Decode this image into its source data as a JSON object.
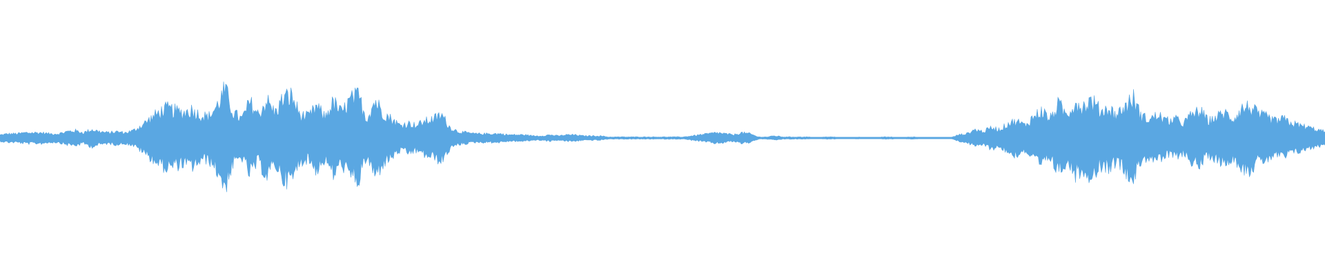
{
  "waveform": {
    "color": "#5aa7e2",
    "background": "#ffffff",
    "amplitude_envelope": [
      0.03,
      0.04,
      0.04,
      0.05,
      0.05,
      0.05,
      0.04,
      0.04,
      0.06,
      0.07,
      0.05,
      0.08,
      0.06,
      0.05,
      0.06,
      0.05,
      0.07,
      0.12,
      0.18,
      0.24,
      0.28,
      0.26,
      0.24,
      0.27,
      0.22,
      0.2,
      0.3,
      0.46,
      0.24,
      0.18,
      0.34,
      0.22,
      0.36,
      0.24,
      0.38,
      0.4,
      0.22,
      0.2,
      0.3,
      0.2,
      0.34,
      0.24,
      0.36,
      0.4,
      0.18,
      0.36,
      0.24,
      0.18,
      0.12,
      0.14,
      0.12,
      0.16,
      0.18,
      0.22,
      0.1,
      0.06,
      0.05,
      0.04,
      0.04,
      0.04,
      0.04,
      0.03,
      0.03,
      0.03,
      0.02,
      0.02,
      0.03,
      0.02,
      0.03,
      0.03,
      0.02,
      0.02,
      0.02,
      0.01,
      0.01,
      0.01,
      0.01,
      0.01,
      0.01,
      0.01,
      0.01,
      0.01,
      0.01,
      0.02,
      0.03,
      0.04,
      0.05,
      0.04,
      0.03,
      0.05,
      0.04,
      0.01,
      0.01,
      0.02,
      0.01,
      0.01,
      0.01,
      0.01,
      0.0,
      0.01,
      0.01,
      0.0,
      0.0,
      0.01,
      0.0,
      0.0,
      0.01,
      0.01,
      0.0,
      0.01,
      0.01,
      0.0,
      0.0,
      0.0,
      0.0,
      0.03,
      0.04,
      0.08,
      0.06,
      0.1,
      0.08,
      0.14,
      0.16,
      0.12,
      0.2,
      0.26,
      0.18,
      0.32,
      0.22,
      0.34,
      0.3,
      0.36,
      0.26,
      0.28,
      0.22,
      0.3,
      0.38,
      0.2,
      0.18,
      0.22,
      0.16,
      0.18,
      0.14,
      0.22,
      0.26,
      0.16,
      0.2,
      0.24,
      0.18,
      0.28,
      0.3,
      0.22,
      0.2,
      0.16,
      0.18,
      0.14,
      0.12,
      0.1,
      0.08,
      0.06
    ],
    "center_line": 0.5,
    "max_amplitude": 0.48
  }
}
